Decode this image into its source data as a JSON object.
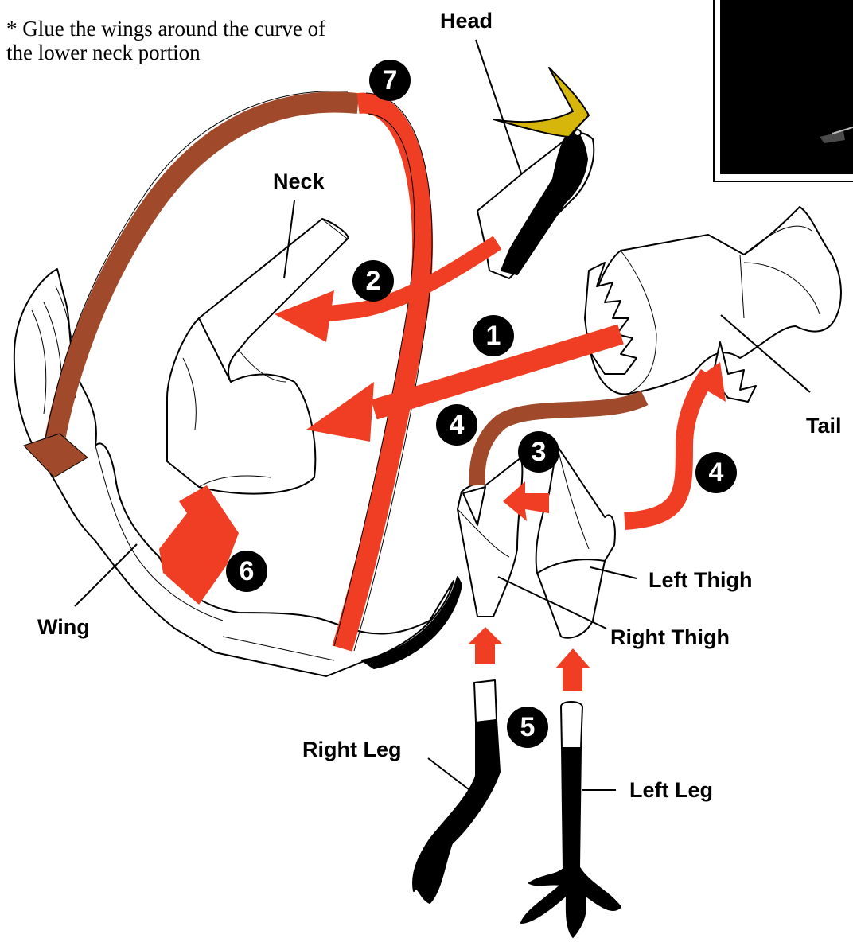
{
  "note": {
    "line1": "* Glue the wings around the curve of",
    "line2": "the lower neck portion"
  },
  "labels": {
    "head": "Head",
    "neck": "Neck",
    "tail": "Tail",
    "wing": "Wing",
    "left_thigh": "Left Thigh",
    "right_thigh": "Right Thigh",
    "right_leg": "Right Leg",
    "left_leg": "Left Leg"
  },
  "steps": [
    "1",
    "2",
    "3",
    "4",
    "4",
    "5",
    "6",
    "7"
  ],
  "colors": {
    "arrow_red": "#ef3e23",
    "arrow_brown": "#a0492b",
    "beak_yellow": "#d6b60b",
    "inset_background": "#000000"
  }
}
